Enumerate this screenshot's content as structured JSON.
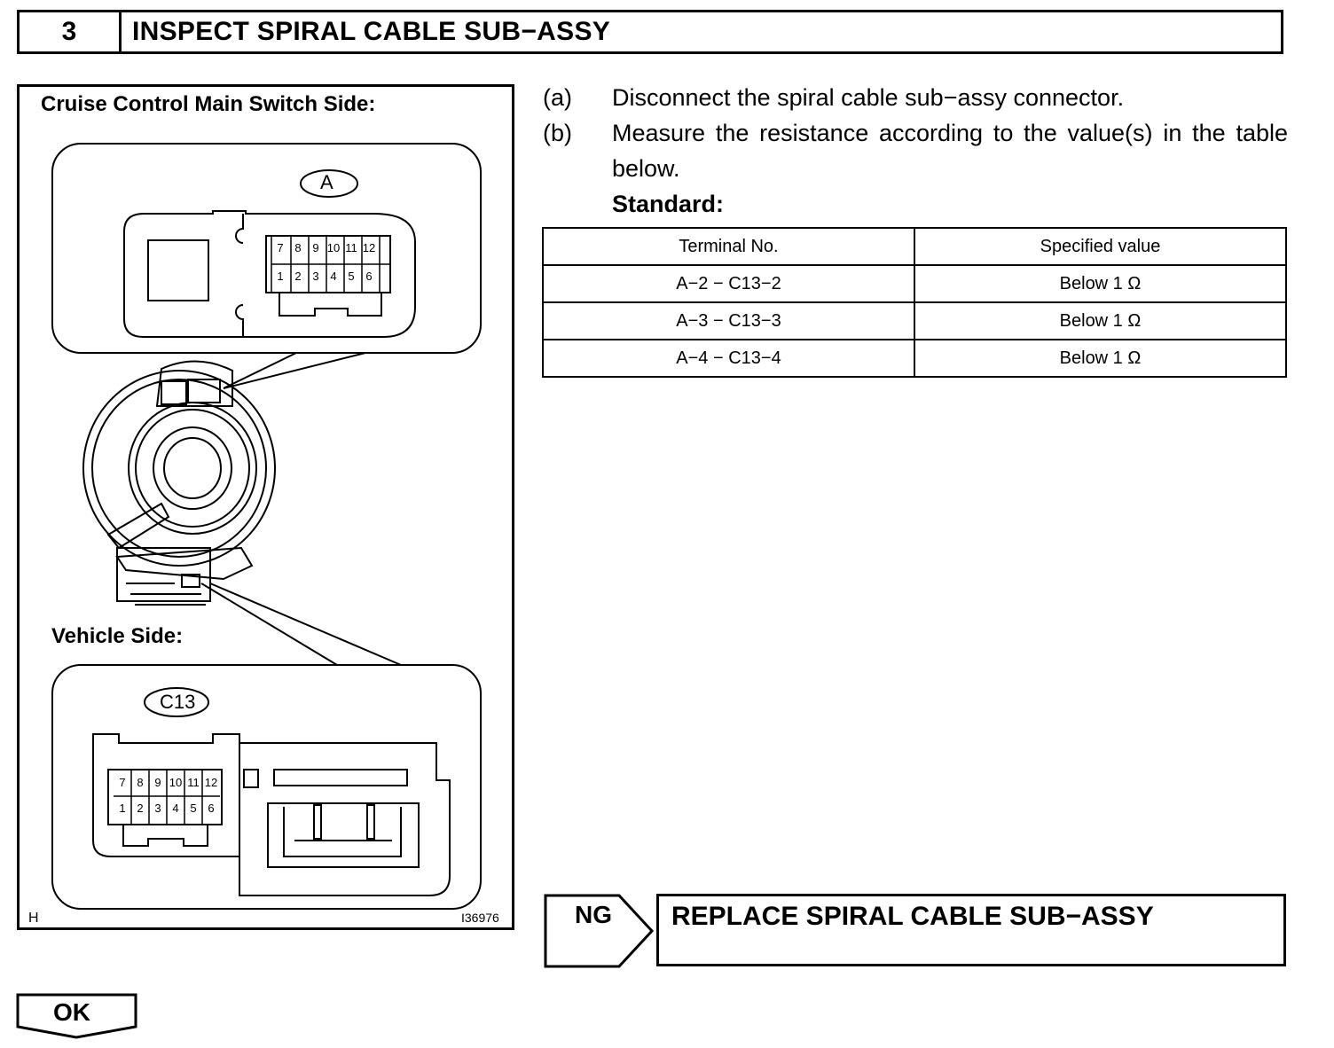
{
  "header": {
    "step_number": "3",
    "title": "INSPECT SPIRAL CABLE SUB−ASSY"
  },
  "figure": {
    "upper_label": "Cruise Control Main Switch Side:",
    "lower_label": "Vehicle Side:",
    "connector_a": {
      "id": "A",
      "top_row": [
        "7",
        "8",
        "9",
        "10",
        "11",
        "12"
      ],
      "bottom_row": [
        "1",
        "2",
        "3",
        "4",
        "5",
        "6"
      ]
    },
    "connector_c13": {
      "id": "C13",
      "top_row": [
        "7",
        "8",
        "9",
        "10",
        "11",
        "12"
      ],
      "bottom_row": [
        "1",
        "2",
        "3",
        "4",
        "5",
        "6"
      ]
    },
    "corner_left": "H",
    "corner_right": "I36976"
  },
  "instructions": {
    "step_a_mark": "(a)",
    "step_a_text": "Disconnect the spiral cable sub−assy connector.",
    "step_b_mark": "(b)",
    "step_b_text": "Measure the resistance according to the value(s) in the table below.",
    "standard_label": "Standard:"
  },
  "table": {
    "headers": [
      "Terminal No.",
      "Specified value"
    ],
    "rows": [
      [
        "A−2 − C13−2",
        "Below 1 Ω"
      ],
      [
        "A−3 − C13−3",
        "Below 1 Ω"
      ],
      [
        "A−4 − C13−4",
        "Below 1 Ω"
      ]
    ]
  },
  "ng_branch": {
    "label": "NG",
    "action": "REPLACE SPIRAL CABLE SUB−ASSY"
  },
  "ok_branch": {
    "label": "OK"
  }
}
